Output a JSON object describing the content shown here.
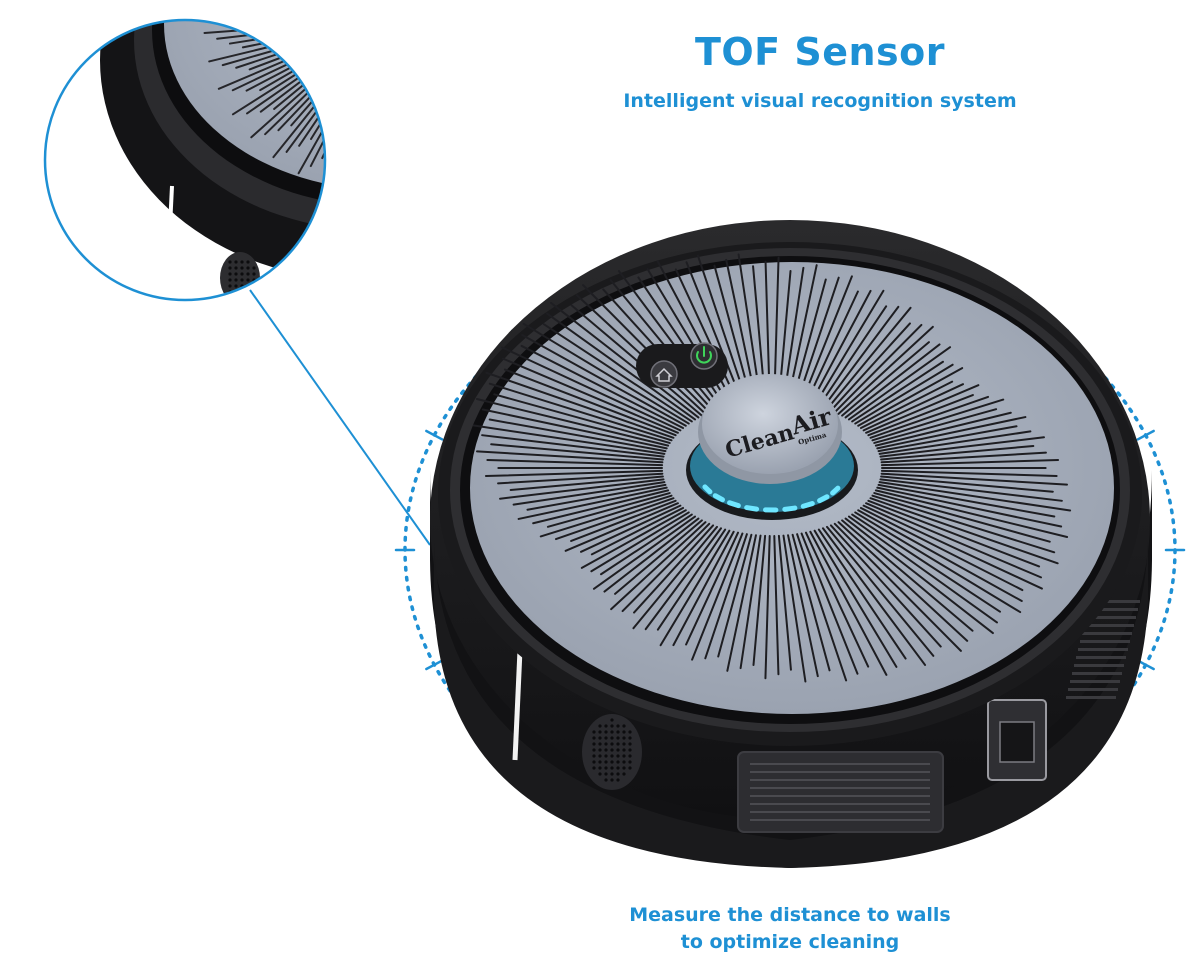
{
  "heading": {
    "title": "TOF Sensor",
    "subtitle": "Intelligent visual recognition system"
  },
  "caption": {
    "line1": "Measure the distance to walls",
    "line2": "to optimize cleaning"
  },
  "product": {
    "brand_word1": "Clean",
    "brand_word2": "Air",
    "brand_word3": "Optima"
  },
  "colors": {
    "accent": "#1e90d4",
    "body": "#1c1c1e",
    "top_plate": "#a7afbd",
    "light_ring": "#33c9ee"
  },
  "icons": {
    "home_button": "home-icon",
    "power_button": "power-icon"
  }
}
